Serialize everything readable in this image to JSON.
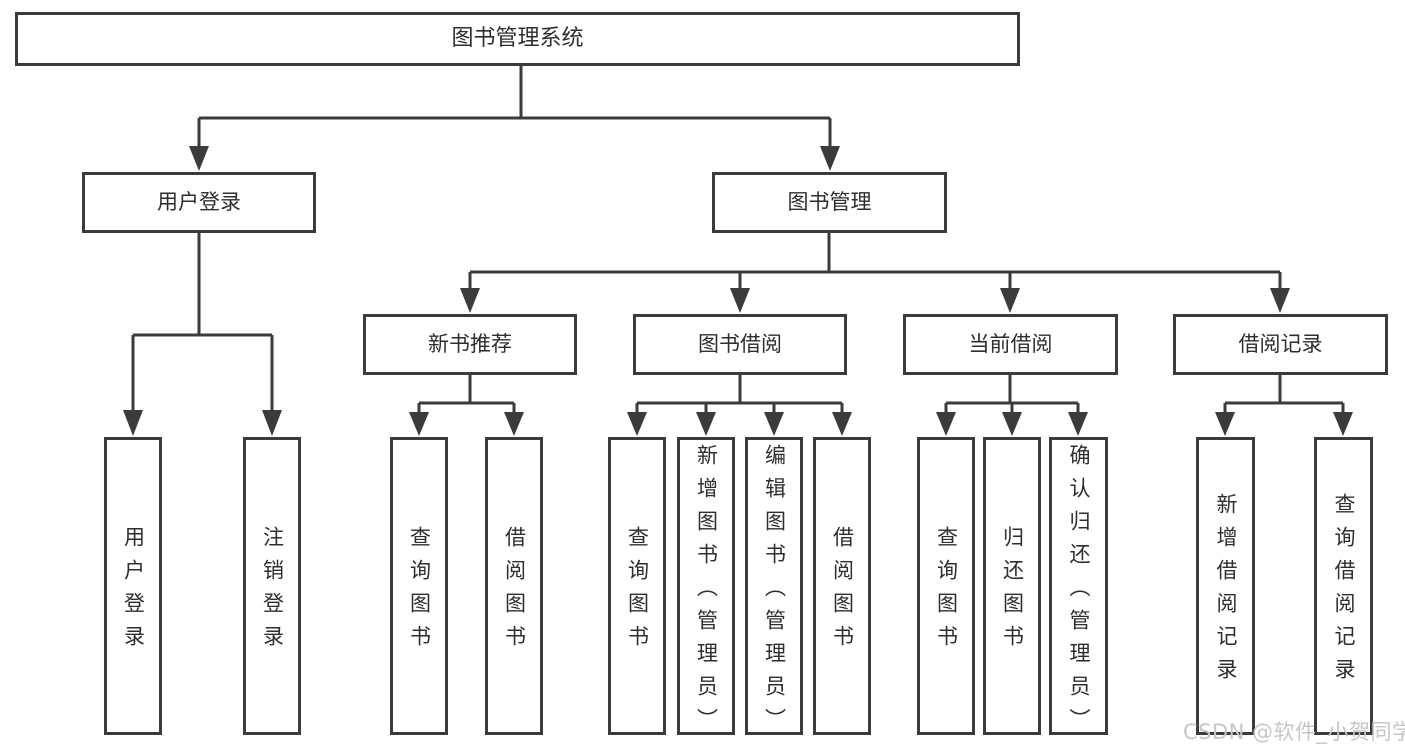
{
  "tree": {
    "root": {
      "label": "图书管理系统"
    },
    "level2": [
      {
        "label": "用户登录",
        "children": [
          {
            "label": "用户登录"
          },
          {
            "label": "注销登录"
          }
        ]
      },
      {
        "label": "图书管理",
        "children": [
          {
            "label": "新书推荐",
            "children": [
              {
                "label": "查询图书"
              },
              {
                "label": "借阅图书"
              }
            ]
          },
          {
            "label": "图书借阅",
            "children": [
              {
                "label": "查询图书"
              },
              {
                "label": "新增图书（管理员）"
              },
              {
                "label": "编辑图书（管理员）"
              },
              {
                "label": "借阅图书"
              }
            ]
          },
          {
            "label": "当前借阅",
            "children": [
              {
                "label": "查询图书"
              },
              {
                "label": "归还图书"
              },
              {
                "label": "确认归还（管理员）"
              }
            ]
          },
          {
            "label": "借阅记录",
            "children": [
              {
                "label": "新增借阅记录"
              },
              {
                "label": "查询借阅记录"
              }
            ]
          }
        ]
      }
    ]
  },
  "watermark": "CSDN @软件_小贺同学",
  "colors": {
    "line": "#3b3b3b",
    "text": "#2e2e2e",
    "background": "#ffffff",
    "watermark": "#c6c6c6"
  }
}
